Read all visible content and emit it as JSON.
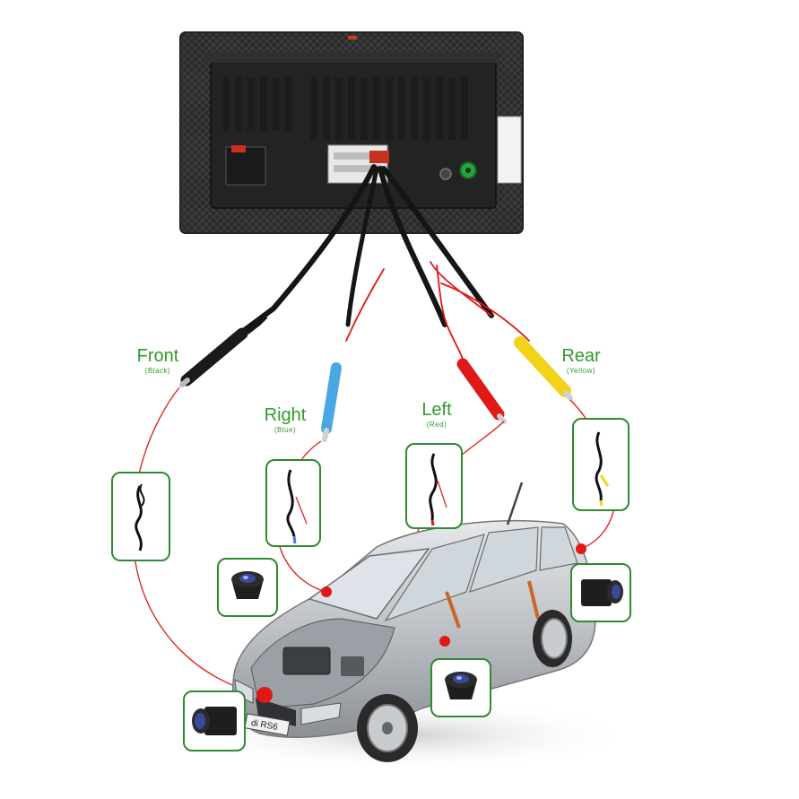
{
  "labels": {
    "front": {
      "name": "Front",
      "color": "(Black)"
    },
    "right": {
      "name": "Right",
      "color": "(Blue)"
    },
    "left": {
      "name": "Left",
      "color": "(Red)"
    },
    "rear": {
      "name": "Rear",
      "color": "(Yellow)"
    }
  },
  "colors": {
    "label_green": "#2e9b2a",
    "box_border": "#2e8b2e",
    "wire_red": "#e01818",
    "connector_black": "#1a1a1a",
    "connector_blue": "#4aa8e0",
    "connector_red": "#e01818",
    "connector_yellow": "#f2d21a"
  },
  "car_plate": "di RS6"
}
